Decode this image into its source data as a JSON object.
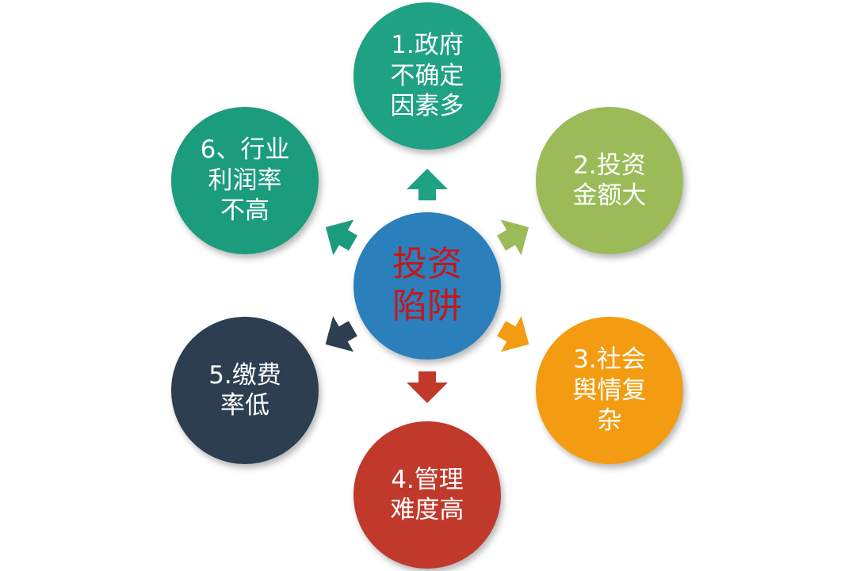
{
  "center": {
    "label": "投资\n陷阱",
    "color": "#2b7fba",
    "text_color": "#c8151b"
  },
  "nodes": [
    {
      "label": "1.政府\n不确定\n因素多",
      "color": "#1fa184"
    },
    {
      "label": "2.投资\n金额大",
      "color": "#9bbb59"
    },
    {
      "label": "3.社会\n舆情复\n杂",
      "color": "#f39c12"
    },
    {
      "label": "4.管理\n难度高",
      "color": "#c0392b"
    },
    {
      "label": "5.缴费\n率低",
      "color": "#2c3e50"
    },
    {
      "label": "6、行业\n利润率\n不高",
      "color": "#1a9c7d"
    }
  ]
}
